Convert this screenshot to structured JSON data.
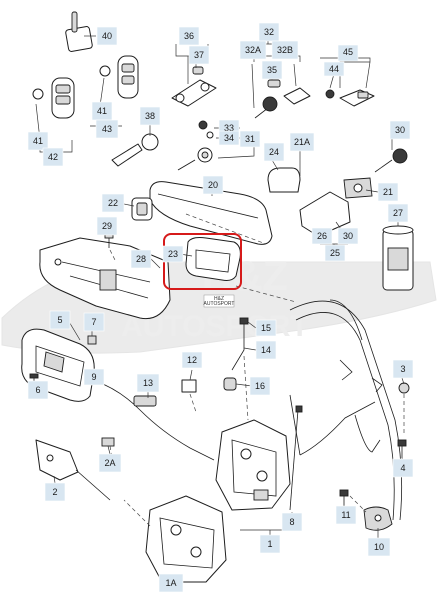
{
  "watermark": {
    "brand": "H&Z",
    "subtitle": "AUTOSPORT",
    "stamp_line1": "H&Z",
    "stamp_line2": "AUTOSPORT"
  },
  "highlight": {
    "label": "23",
    "color": "#d61a1a"
  },
  "colors": {
    "label_fill": "#d8e6f1",
    "line": "#1e1e1e",
    "highlight": "#d61a1a"
  },
  "labels": {
    "l40": "40",
    "l36": "36",
    "l37": "37",
    "l32": "32",
    "l32A": "32A",
    "l32B": "32B",
    "l35": "35",
    "l45": "45",
    "l44": "44",
    "l41a": "41",
    "l43": "43",
    "l41b": "41",
    "l42": "42",
    "l38": "38",
    "l33": "33",
    "l34": "34",
    "l31": "31",
    "l24": "24",
    "l21A": "21A",
    "l30": "30",
    "l22": "22",
    "l20": "20",
    "l21": "21",
    "l29": "29",
    "l27": "27",
    "l26": "26",
    "l30b": "30",
    "l25": "25",
    "l23": "23",
    "l28": "28",
    "l5": "5",
    "l7": "7",
    "l15": "15",
    "l14": "14",
    "l12": "12",
    "l6": "6",
    "l13": "13",
    "l16": "16",
    "l3": "3",
    "l9": "9",
    "l2A": "2A",
    "l4": "4",
    "l2": "2",
    "l11": "11",
    "l8": "8",
    "l10": "10",
    "l1": "1",
    "l1A": "1A"
  }
}
